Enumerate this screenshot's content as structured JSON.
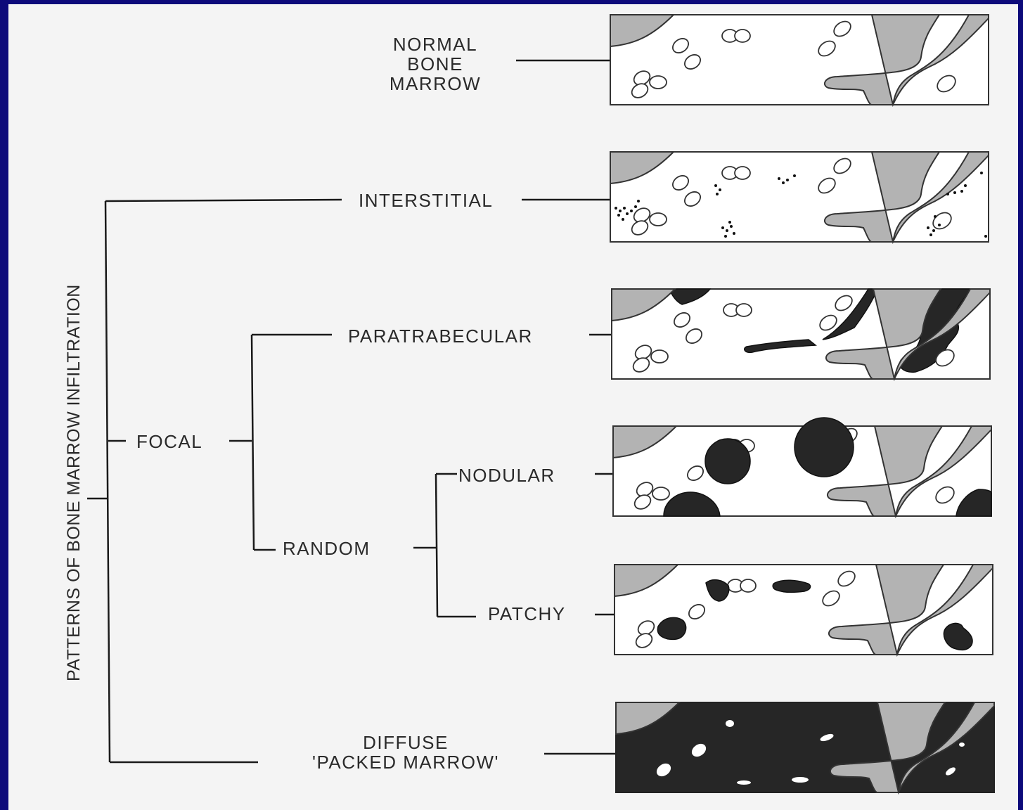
{
  "title": "PATTERNS OF BONE MARROW INFILTRATION",
  "labels": {
    "normal_line1": "NORMAL",
    "normal_line2": "BONE",
    "normal_line3": "MARROW",
    "interstitial": "INTERSTITIAL",
    "focal": "FOCAL",
    "paratrabecular": "PARATRABECULAR",
    "random": "RANDOM",
    "nodular": "NODULAR",
    "patchy": "PATCHY",
    "diffuse_line1": "DIFFUSE",
    "diffuse_line2": "'PACKED MARROW'"
  },
  "colors": {
    "background": "#0d0a7a",
    "panel": "#f4f4f4",
    "bone": "#b3b3b3",
    "tumor": "#262626"
  }
}
